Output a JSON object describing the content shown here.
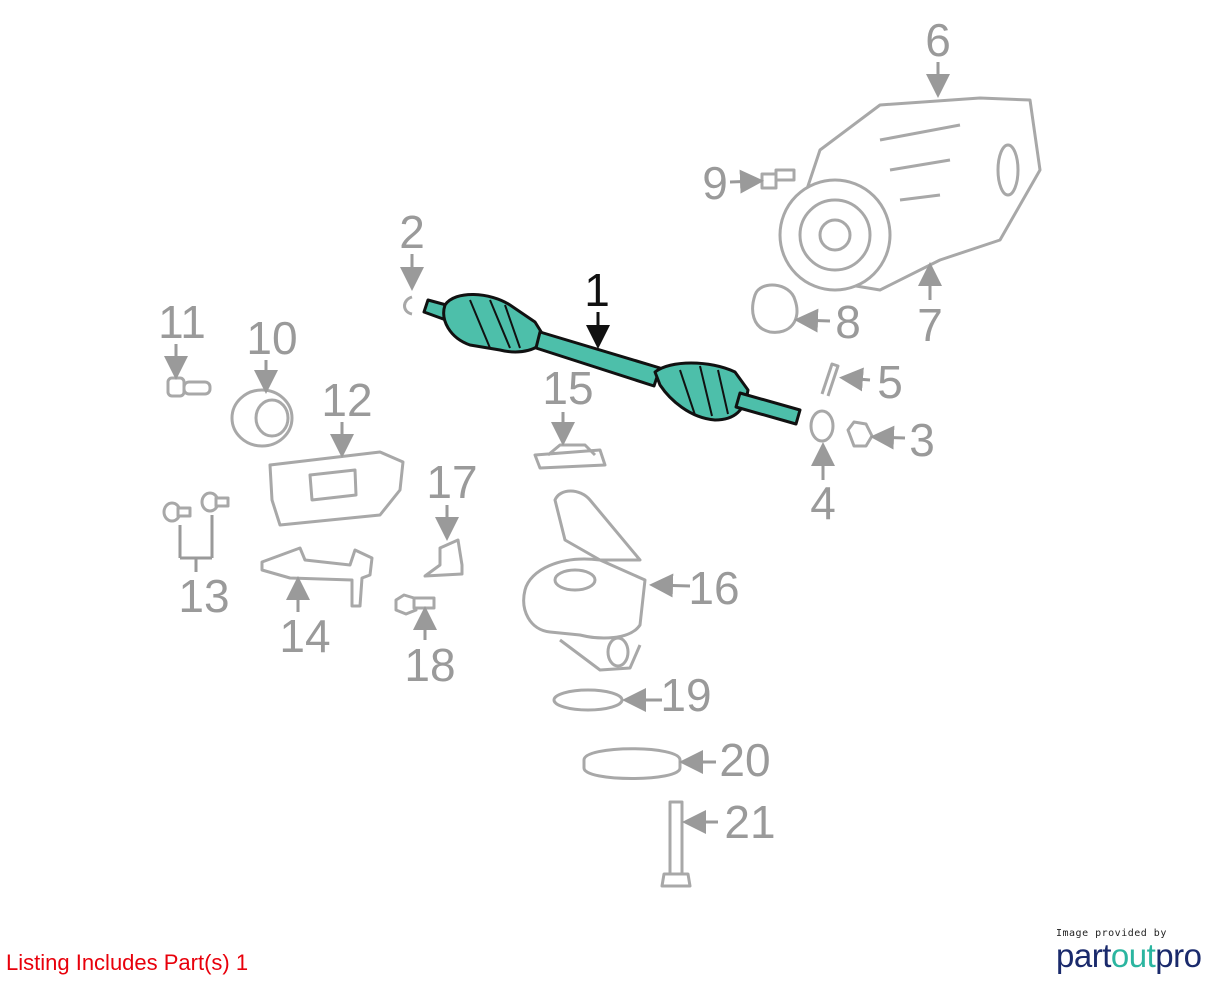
{
  "diagram": {
    "highlight_color": "#4dbfaa",
    "callouts": [
      "1",
      "2",
      "3",
      "4",
      "5",
      "6",
      "7",
      "8",
      "9",
      "10",
      "11",
      "12",
      "13",
      "14",
      "15",
      "16",
      "17",
      "18",
      "19",
      "20",
      "21"
    ],
    "highlighted_part": "1"
  },
  "footer": {
    "listing_text": "Listing Includes Part(s) 1"
  },
  "logo": {
    "caption": "Image provided by",
    "word_start": "part",
    "word_mid": "out",
    "word_end": "pro"
  }
}
